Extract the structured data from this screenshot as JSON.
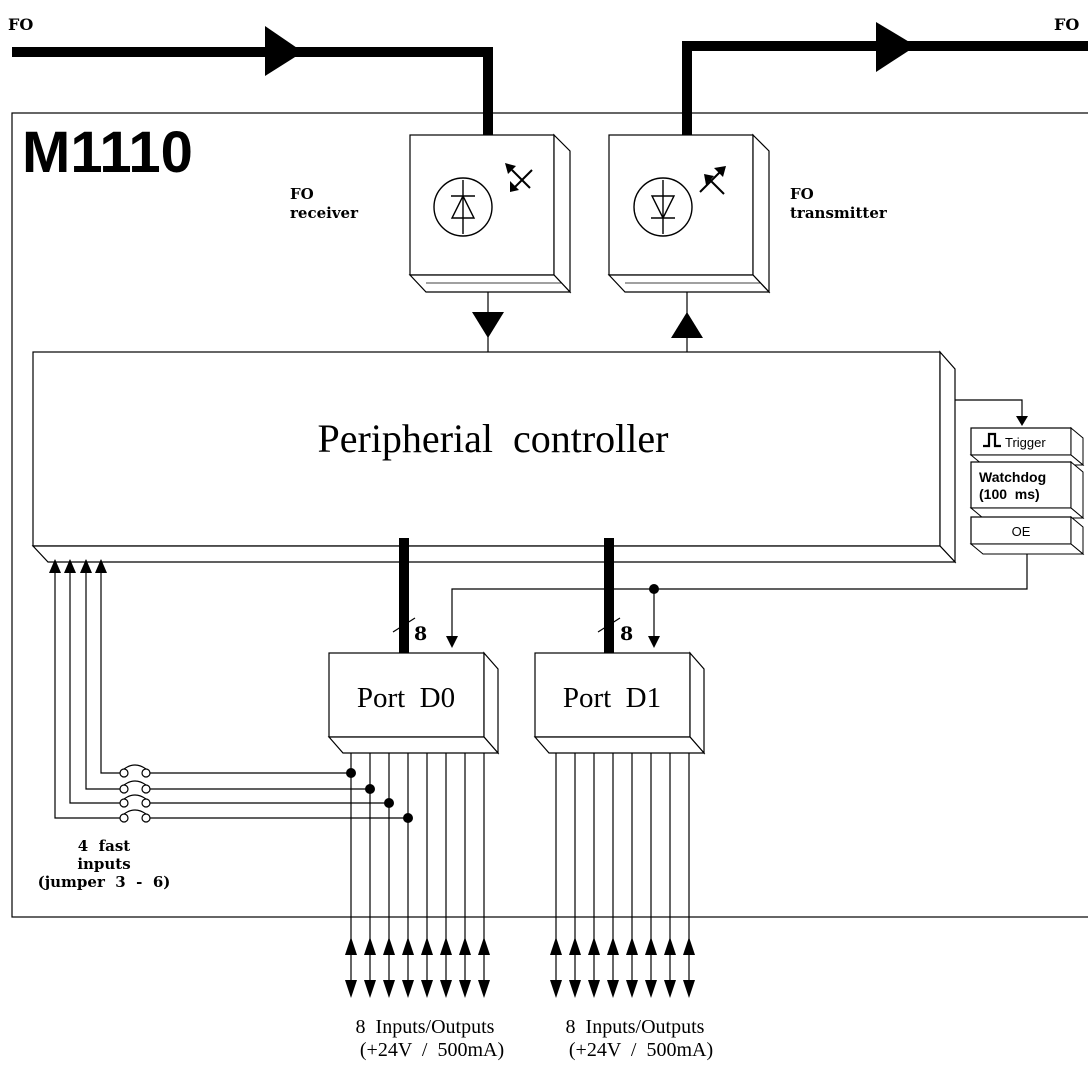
{
  "title": "M1110",
  "fo_in_label": "FO",
  "fo_out_label": "FO",
  "fo_receiver": {
    "line1": "FO",
    "line2": "receiver"
  },
  "fo_transmitter": {
    "line1": "FO",
    "line2": "transmitter"
  },
  "controller_label": "Peripherial  controller",
  "trigger_label": "Trigger",
  "watchdog": {
    "line1": "Watchdog",
    "line2": "(100  ms)"
  },
  "oe_label": "OE",
  "bus_width_d0": "8",
  "bus_width_d1": "8",
  "port_d0_label": "Port  D0",
  "port_d1_label": "Port  D1",
  "fast_inputs": {
    "line1": "4  fast",
    "line2": "inputs",
    "line3": "(jumper  3  -  6)"
  },
  "io_d0": {
    "line1": "8  Inputs/Outputs",
    "line2": "(+24V  /  500mA)"
  },
  "io_d1": {
    "line1": "8  Inputs/Outputs",
    "line2": "(+24V  /  500mA)"
  }
}
